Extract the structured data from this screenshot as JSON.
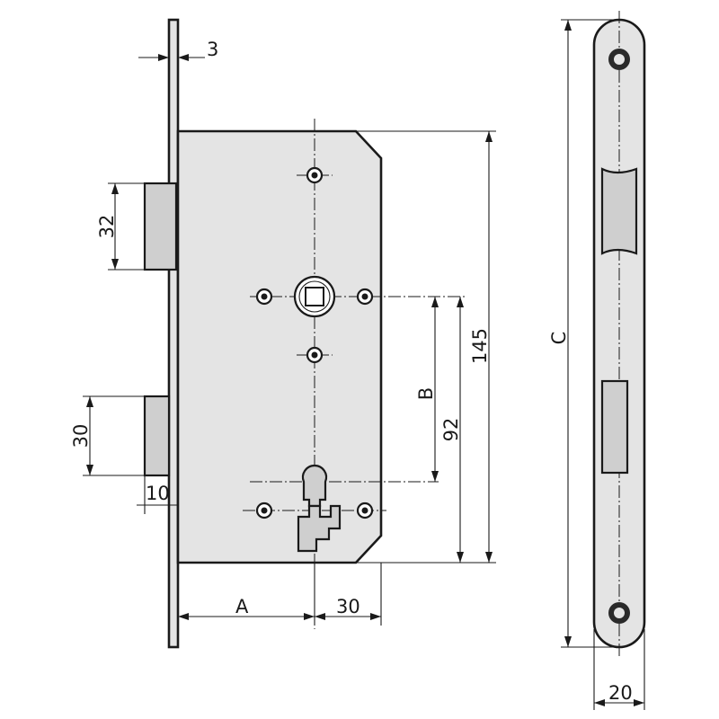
{
  "dimensions": {
    "faceplate_thickness": "3",
    "latch_height": "32",
    "bolt_height": "30",
    "bolt_projection": "10",
    "backset": "A",
    "cylinder_offset": "30",
    "body_height": "145",
    "center_distance_b": "B",
    "center_distance_92": "92",
    "strike_length": "C",
    "strike_width": "20"
  },
  "colors": {
    "body_fill": "#e4e4e4",
    "line": "#1a1a1a",
    "background": "#ffffff"
  }
}
